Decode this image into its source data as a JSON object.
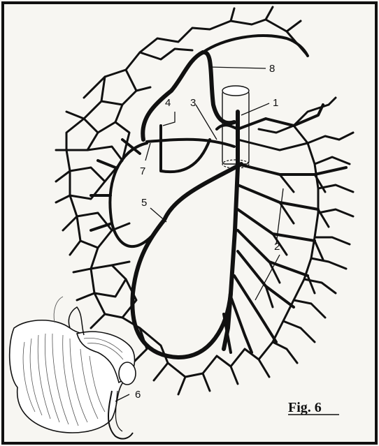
{
  "labels": {
    "l1": "1",
    "l2": "2",
    "l3": "3",
    "l4": "4",
    "l5": "5",
    "l6": "6",
    "l7": "7",
    "l8": "8"
  },
  "caption": "Fig. 6",
  "colors": {
    "ink": "#111111",
    "paper": "#f7f6f2"
  }
}
